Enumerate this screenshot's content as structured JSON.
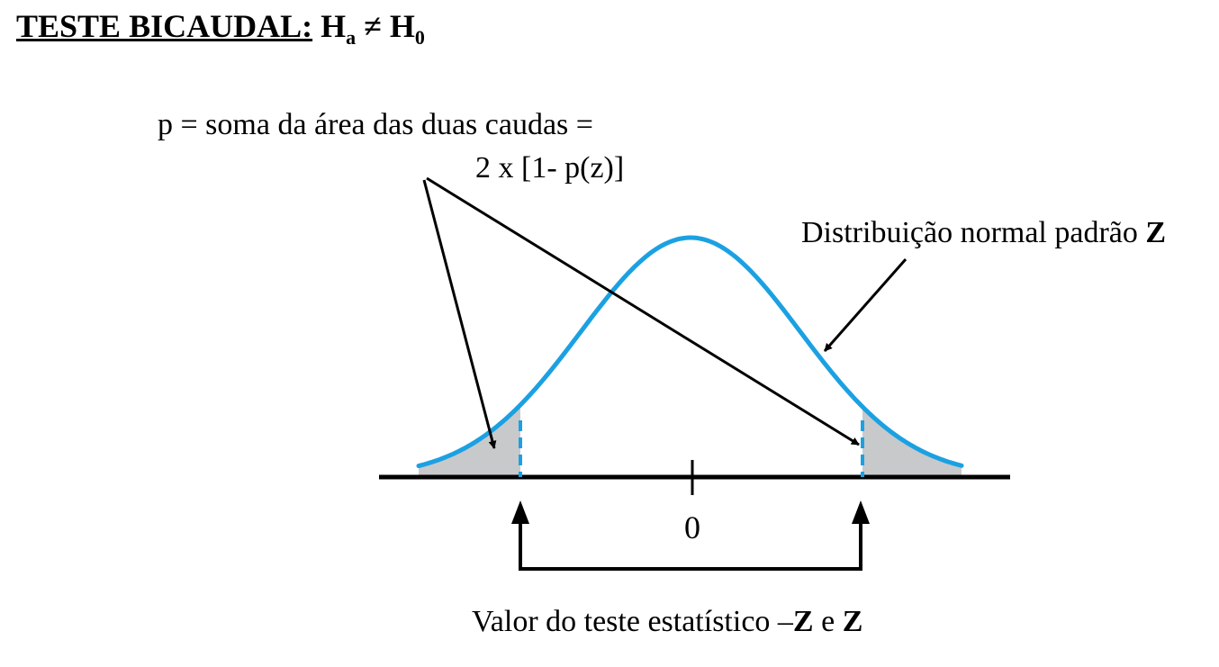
{
  "title": {
    "lead": "TESTE BICAUDAL:",
    "h_a": "H",
    "a_sub": "a",
    "neq": "≠",
    "h_0": "H",
    "zero_sub": "0"
  },
  "labels": {
    "p_line1": "p = soma da área das duas caudas =",
    "p_line2": "2 x [1- p(z)]",
    "dist_prefix": "Distribuição normal padrão",
    "dist_bold": "Z",
    "bottom_prefix": "Valor do teste estatístico –",
    "bottom_z1": "Z",
    "bottom_mid": " e ",
    "bottom_z2": "Z",
    "center_tick": "0"
  },
  "colors": {
    "curve": "#1ba1e2",
    "tail_fill": "#c8c9cb",
    "axis": "#000000"
  }
}
